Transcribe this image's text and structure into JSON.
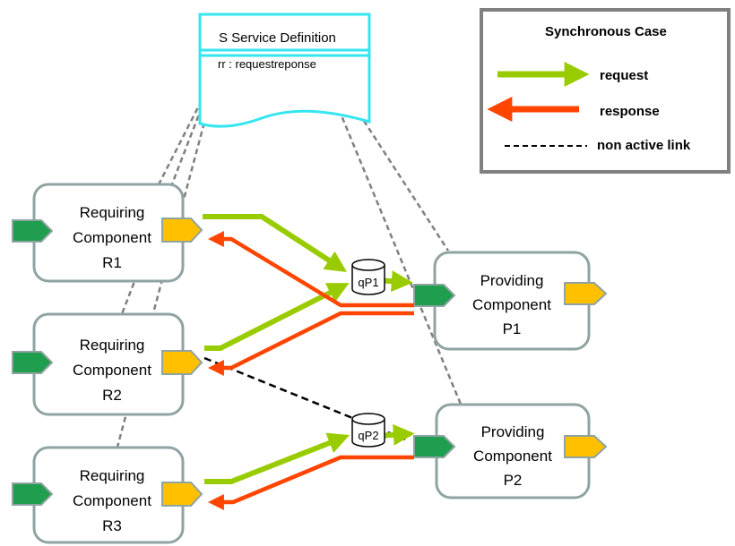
{
  "service_definition": {
    "title": "S Service Definition",
    "subtitle": "rr : requestreponse"
  },
  "legend": {
    "title": "Synchronous Case",
    "items": [
      {
        "label": "request",
        "kind": "request-arrow"
      },
      {
        "label": "response",
        "kind": "response-arrow"
      },
      {
        "label": "non active link",
        "kind": "dashed-line"
      }
    ]
  },
  "colors": {
    "request": "#99CC00",
    "response": "#FF4500",
    "component_border": "#8FA3A3",
    "definition_border": "#33E6F0",
    "legend_border": "#808080",
    "required_port": "#1E9E4E",
    "provided_port": "#FFC000",
    "dashed_link": "#000000",
    "service_link": "#808080"
  },
  "requiring_components": [
    {
      "line1": "Requiring",
      "line2": "Component",
      "line3": "R1"
    },
    {
      "line1": "Requiring",
      "line2": "Component",
      "line3": "R2"
    },
    {
      "line1": "Requiring",
      "line2": "Component",
      "line3": "R3"
    }
  ],
  "providing_components": [
    {
      "line1": "Providing",
      "line2": "Component",
      "line3": "P1"
    },
    {
      "line1": "Providing",
      "line2": "Component",
      "line3": "P2"
    }
  ],
  "queues": [
    {
      "label": "qP1"
    },
    {
      "label": "qP2"
    }
  ]
}
